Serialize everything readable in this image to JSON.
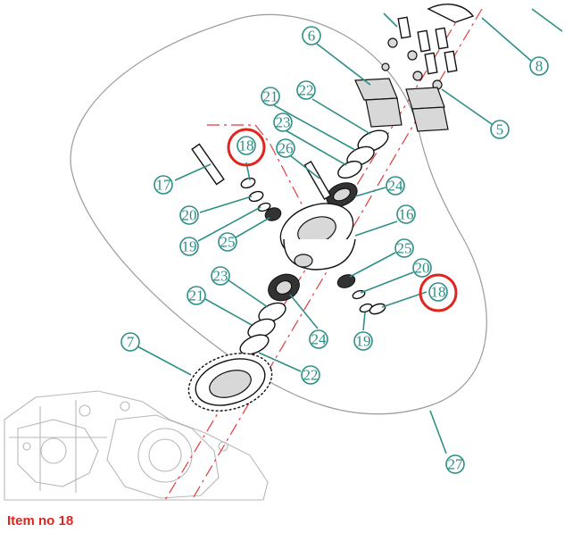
{
  "callouts": {
    "c6": "6",
    "c8": "8",
    "c5": "5",
    "c22a": "22",
    "c21a": "21",
    "c23a": "23",
    "c26": "26",
    "c18a": "18",
    "c17": "17",
    "c24a": "24",
    "c16": "16",
    "c20a": "20",
    "c19a": "19",
    "c25a": "25",
    "c25b": "25",
    "c20b": "20",
    "c18b": "18",
    "c23b": "23",
    "c21b": "21",
    "c19b": "19",
    "c24b": "24",
    "c7": "7",
    "c22b": "22",
    "c27": "27"
  },
  "highlighted_item": "18",
  "caption": "Item no 18",
  "colors": {
    "callout": "#2f8f86",
    "highlight": "#e0251f",
    "axis": "#e23b3b"
  }
}
